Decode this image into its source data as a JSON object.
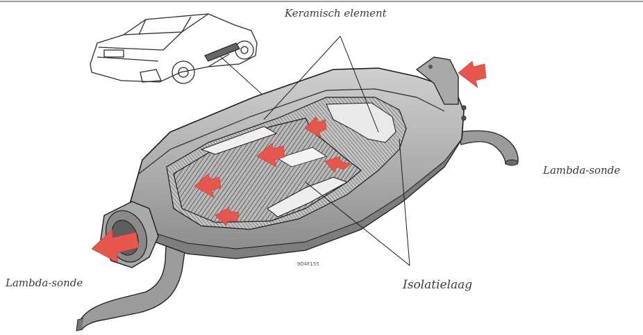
{
  "labels": {
    "ceramic_element": "Keramisch element",
    "lambda_sensor_right": "Lambda-sonde",
    "lambda_sensor_left": "Lambda-sonde",
    "insulation_layer": "Isolatielaag",
    "part_number": "9D4F155"
  },
  "colors": {
    "arrow": "#e8574e",
    "casing": "#b8b8b8",
    "casing_dark": "#8e8e8e",
    "ceramic": "#c9c9c9",
    "line": "#1a1a1a",
    "label": "#3a3a3a"
  },
  "icons": [
    "car-icon",
    "catalytic-converter-icon",
    "flow-arrow-icon"
  ]
}
